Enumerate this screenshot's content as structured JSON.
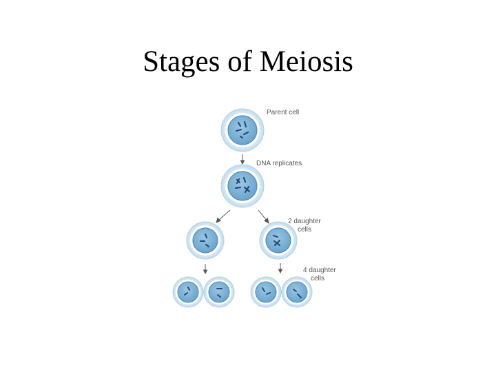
{
  "slide": {
    "title": "Stages of Meiosis"
  },
  "diagram": {
    "labels": {
      "parent": "Parent cell",
      "replicate": "DNA replicates",
      "two_daughter_line1": "2 daughter",
      "two_daughter_line2": "cells",
      "four_daughter_line1": "4 daughter",
      "four_daughter_line2": "cells"
    },
    "colors": {
      "cell_halo": "#d3e7f3",
      "cell_halo_edge": "#a9cbe0",
      "cell_membrane": "#ffffff",
      "nucleus_fill": "#79b1d6",
      "nucleus_edge": "#4f8cb8",
      "chromosome": "#1f4f78",
      "arrow": "#555555"
    }
  }
}
